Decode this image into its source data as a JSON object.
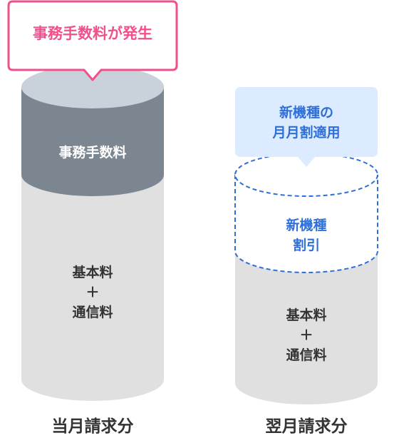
{
  "left_column": {
    "callout": "事務手数料が発生",
    "top_segment": "事務手数料",
    "bottom_segment": "基本料\n＋\n通信料",
    "caption": "当月請求分"
  },
  "right_column": {
    "callout": "新機種の\n月月割適用",
    "top_segment": "新機種\n割引",
    "bottom_segment": "基本料\n＋\n通信料",
    "caption": "翌月請求分"
  },
  "colors": {
    "callout_pink": "#f0508c",
    "callout_blue_bg": "#dcebff",
    "discount_blue": "#2f6fd8",
    "fee_gray": "#7c8691",
    "cap_blue_gray": "#c9d1db",
    "base_gray": "#e0e0e0",
    "text_dark": "#333333"
  }
}
